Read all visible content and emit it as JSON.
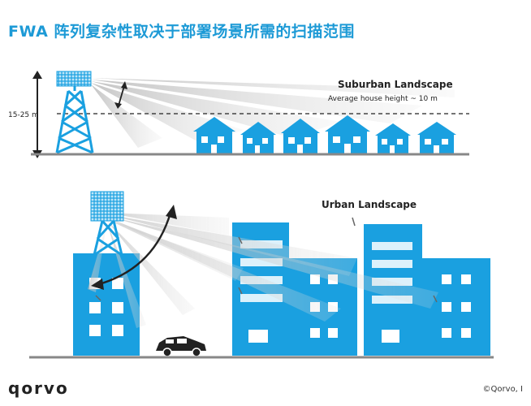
{
  "title": "FWA 阵列复杂性取决于部署场景所需的扫描范围",
  "suburban": {
    "label": "Suburban Landscape",
    "sublabel": "Average house height ~ 10 m",
    "height_label": "15-25 m"
  },
  "urban": {
    "label": "Urban Landscape"
  },
  "footer": {
    "logo": "qorvo",
    "copyright": "©Qorvo, I"
  },
  "colors": {
    "accent": "#1d9ad6",
    "building": "#1aa0e0",
    "beam": "#d4d4d4",
    "ground": "#888888"
  },
  "icons": {
    "tower": "lattice-tower",
    "antenna": "antenna-array",
    "car": "car",
    "scan_arrow": "curved-double-arrow"
  }
}
